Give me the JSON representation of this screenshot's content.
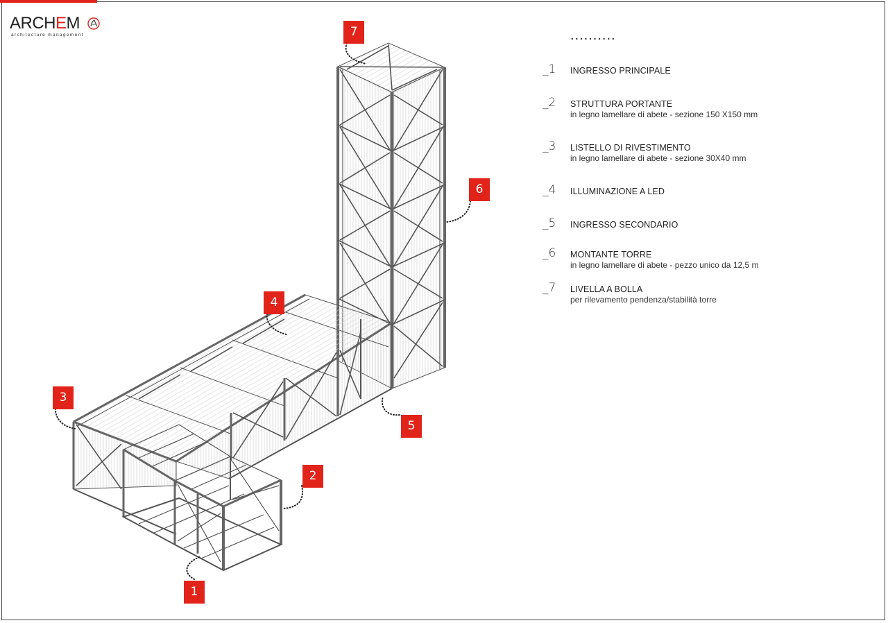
{
  "brand": {
    "name_prefix": "ARCH",
    "name_accent": "E",
    "name_suffix": "M",
    "tagline": "architecture management",
    "accent_color": "#e2231a"
  },
  "legend": {
    "dots": "..........",
    "items": [
      {
        "num": "_1",
        "title": "INGRESSO PRINCIPALE",
        "sub": ""
      },
      {
        "num": "_2",
        "title": "STRUTTURA PORTANTE",
        "sub": "in legno lamellare di abete - sezione 150 X150 mm"
      },
      {
        "num": "_3",
        "title": "LISTELLO DI RIVESTIMENTO",
        "sub": "in legno lamellare di abete - sezione 30X40 mm"
      },
      {
        "num": "_4",
        "title": "ILLUMINAZIONE A LED",
        "sub": ""
      },
      {
        "num": "_5",
        "title": "INGRESSO SECONDARIO",
        "sub": ""
      },
      {
        "num": "_6",
        "title": "MONTANTE TORRE",
        "sub": "in legno lamellare di abete - pezzo unico da  12,5 m"
      },
      {
        "num": "_7",
        "title": "LIVELLA A BOLLA",
        "sub": "per rilevamento pendenza/stabilità torre"
      }
    ]
  },
  "callouts": [
    "1",
    "2",
    "3",
    "4",
    "5",
    "6",
    "7"
  ]
}
